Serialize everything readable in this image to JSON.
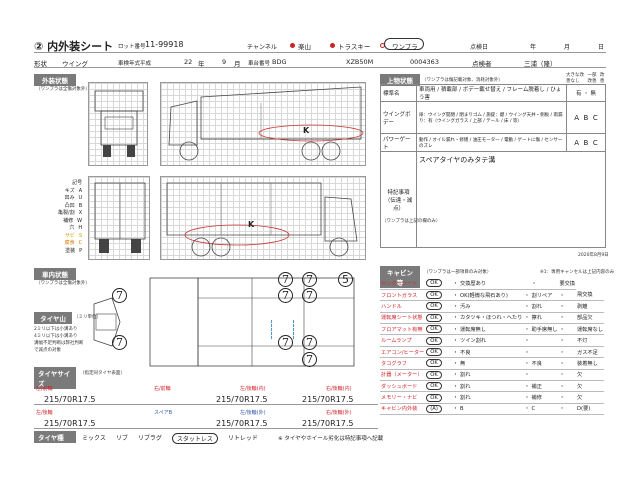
{
  "header": {
    "title": "② 内外装シート",
    "lot_label": "ロット番号",
    "lot_number": "11-99918",
    "channel_label": "チャンネル",
    "channels": [
      "楽山",
      "トラスキー",
      "ワンプラ"
    ],
    "date_label": "点検日",
    "date_units": [
      "年",
      "月",
      "日"
    ],
    "inspector_label": "点検者",
    "inspector": "三浦（隆）",
    "shape_label": "形状",
    "shape": "ウイング",
    "year_label": "車検年式",
    "era": "平成",
    "year": "22",
    "year_unit": "年",
    "month": "9",
    "month_unit": "月",
    "model_label": "車台番号",
    "model_prefix": "BDG",
    "model": "XZB50M",
    "serial": "0004363"
  },
  "exterior": {
    "section": "外装状態",
    "note": "（ワンプラは全傷対象外）",
    "legend_title": "記号",
    "legend": [
      {
        "name": "キズ",
        "code": "A"
      },
      {
        "name": "凹み",
        "code": "U"
      },
      {
        "name": "凸凹",
        "code": "B"
      },
      {
        "name": "亀裂/割",
        "code": "X"
      },
      {
        "name": "補修",
        "code": "W"
      },
      {
        "name": "穴",
        "code": "H"
      },
      {
        "name": "サビ",
        "code": "S"
      },
      {
        "name": "腐食",
        "code": "C"
      },
      {
        "name": "塗装",
        "code": "P"
      }
    ]
  },
  "body_status": {
    "section": "上物状態",
    "note": "（ワンプラは傷記載対象、消耗対象外）",
    "grade_header": [
      "大きな改善なし",
      "一部改善",
      "改善"
    ],
    "rows": [
      {
        "label": "標準名",
        "content": "車両用 / 積載部 / ボデー載せ替え / フレーム脱着し / ひょう害",
        "marks": [
          "有",
          "・",
          "無"
        ]
      },
      {
        "label": "ウイングボデー",
        "content": "扉：ウイング開閉 / 閉まりゴム / 施錠：鍵 / ウイング天井・側板 / 雨漏り：有（ウイングガラス / 上部 / テール / 床 / 等）",
        "marks": [
          "A",
          "B",
          "C"
        ]
      },
      {
        "label": "パワーゲート",
        "content": "動作 / オイル漏れ・修繕 / 油圧モーター / 電動 / ゲートに傷 / センサーのズレ",
        "marks": [
          "A",
          "B",
          "C"
        ]
      },
      {
        "label": "特記事項（伝達・減点）",
        "content": "スペアタイヤのみタテ溝",
        "marks": []
      }
    ],
    "side_note": "（ワンプラは上記の欄のみ）"
  },
  "interior": {
    "section": "車内状態",
    "note": "（ワンプラは全傷対象外）"
  },
  "tire_depth": {
    "section": "タイヤ山",
    "note": "（ミリ単位）",
    "lines": [
      "2ミリ以下は小溝あり",
      "4ミリ以下は小溝あり",
      "溝幅不足判断は弊社判断",
      "で減点の対象"
    ]
  },
  "tire_depths": [
    "7",
    "7",
    "7",
    "7",
    "7",
    "7",
    "7",
    "7",
    "7",
    "5"
  ],
  "cabin": {
    "section": "キャビン等",
    "note": "（ワンプラは一部項目のみ対象）",
    "note_right": "※1：専用キャンセルは上記内容のみ",
    "rows": [
      {
        "name": "センターシート",
        "ok": "OK",
        "items": [
          "・",
          "交換歴あり",
          "",
          "・",
          "要交換"
        ]
      },
      {
        "name": "フロントガラス",
        "ok": "OK",
        "items": [
          "・",
          "OK(軽微な飛石あり)",
          "・",
          "割リペア",
          "・",
          "飛交換"
        ]
      },
      {
        "name": "ハンドル",
        "ok": "OK",
        "items": [
          "・",
          "汚み",
          "・",
          "割れ",
          "・",
          "剥離"
        ]
      },
      {
        "name": "運転席シート状態",
        "ok": "OK",
        "items": [
          "・",
          "カタツキ・ほつれ・へたり",
          "・",
          "擦れ",
          "・",
          "部品欠"
        ]
      },
      {
        "name": "フロアマット有無",
        "ok": "OK",
        "items": [
          "・",
          "運転席無し",
          "・",
          "助手席無し",
          "・",
          "運転席なし"
        ]
      },
      {
        "name": "ルームランプ",
        "ok": "OK",
        "items": [
          "・",
          "ツイン割れ",
          "・",
          "",
          "・",
          "不灯"
        ]
      },
      {
        "name": "エアコン/ヒーター",
        "ok": "OK",
        "items": [
          "・",
          "不良",
          "・",
          "",
          "・",
          "ガス不足"
        ]
      },
      {
        "name": "タコグラフ",
        "ok": "OK",
        "items": [
          "・",
          "無",
          "・",
          "不良",
          "・",
          "装着無し"
        ]
      },
      {
        "name": "計器（メーター）",
        "ok": "OK",
        "items": [
          "・",
          "割れ",
          "・",
          "",
          "・",
          "欠"
        ]
      },
      {
        "name": "ダッシュボード",
        "ok": "OK",
        "items": [
          "・",
          "割れ",
          "・",
          "補正",
          "・",
          "欠"
        ]
      },
      {
        "name": "メモリー・ナビ",
        "ok": "OK",
        "items": [
          "・",
          "割れ",
          "・",
          "補修",
          "・",
          "欠"
        ]
      },
      {
        "name": "キャビン内外装",
        "ok": "(A)",
        "items": [
          "・",
          "B",
          "・",
          "C",
          "・",
          "D(要)"
        ]
      }
    ]
  },
  "tire_size": {
    "section": "タイヤサイズ",
    "note": "（指定同タイヤ表面）",
    "cells": [
      {
        "label": "左/前輪",
        "value": "215/70R17.5"
      },
      {
        "label": "右/前輪",
        "value": ""
      },
      {
        "label": "左/後輪(内)",
        "value": "215/70R17.5"
      },
      {
        "label": "右/後輪(内)",
        "value": "215/70R17.5"
      },
      {
        "label": "左/後輪",
        "value": "215/70R17.5"
      },
      {
        "label": "スペアB",
        "value": ""
      },
      {
        "label": "左/後輪(外)",
        "value": "215/70R17.5"
      },
      {
        "label": "右/後輪(外)",
        "value": "215/70R17.5"
      }
    ]
  },
  "tire_type": {
    "section": "タイヤ種",
    "options": [
      "ミックス",
      "リブ",
      "リブラグ",
      "スタットレス",
      "リトレッド"
    ],
    "selected": "スタットレス",
    "footnote": "※ タイヤやホイール劣化は特記事項へ記載"
  },
  "stamp": "2020年8月9日",
  "colors": {
    "header_bar": "#7a7a7a",
    "accent_red": "#d0262d",
    "ink_blue": "#2a7fb8"
  }
}
